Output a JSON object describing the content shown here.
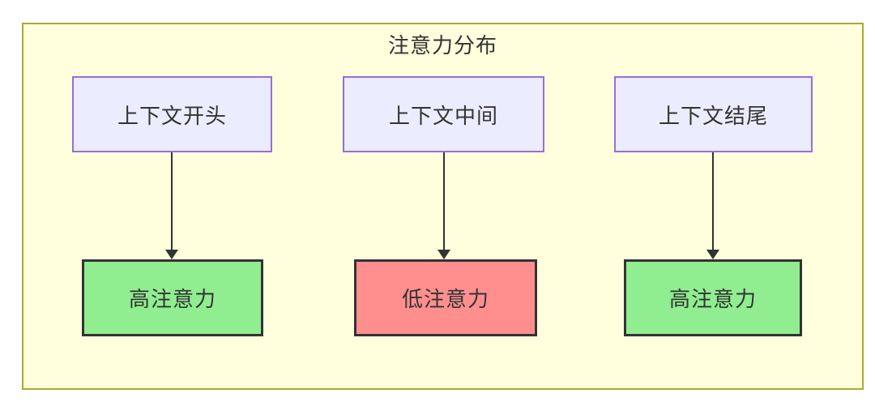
{
  "diagram": {
    "title": "注意力分布",
    "type": "flowchart",
    "nodes": {
      "sources": [
        {
          "label": "上下文开头"
        },
        {
          "label": "上下文中间"
        },
        {
          "label": "上下文结尾"
        }
      ],
      "results": [
        {
          "label": "高注意力",
          "level": "high"
        },
        {
          "label": "低注意力",
          "level": "low"
        },
        {
          "label": "高注意力",
          "level": "high"
        }
      ]
    },
    "edges": [
      {
        "from": "上下文开头",
        "to": "高注意力"
      },
      {
        "from": "上下文中间",
        "to": "低注意力"
      },
      {
        "from": "上下文结尾",
        "to": "高注意力"
      }
    ],
    "colors": {
      "container_background": "#ffffde",
      "container_border": "#aaaa33",
      "source_node_background": "#ececff",
      "source_node_border": "#9370db",
      "high_attention_background": "#90ee90",
      "low_attention_background": "#ff8f8f",
      "result_node_border": "#333333",
      "arrow": "#333333",
      "text": "#333333"
    }
  }
}
